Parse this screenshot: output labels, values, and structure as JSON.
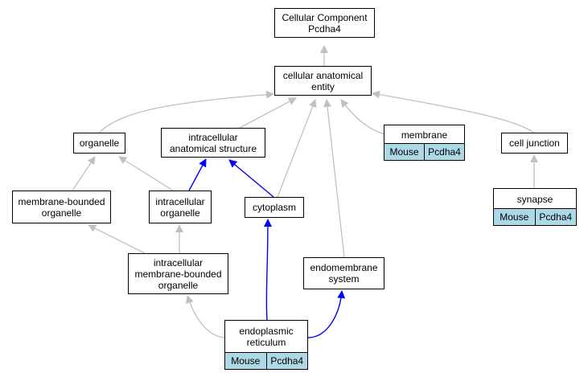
{
  "colors": {
    "is_a_edge": "#c0c0c0",
    "part_of_edge": "#0000ff",
    "annotation_fill": "#add8e6",
    "node_border": "#000000"
  },
  "nodes": {
    "root": {
      "line1": "Cellular Component",
      "line2": "Pcdha4"
    },
    "cellular_anatomical_entity": {
      "line1": "cellular anatomical",
      "line2": "entity"
    },
    "organelle": {
      "line1": "organelle"
    },
    "intracellular_anatomical_structure": {
      "line1": "intracellular",
      "line2": "anatomical structure"
    },
    "membrane": {
      "line1": "membrane",
      "organism": "Mouse",
      "gene": "Pcdha4"
    },
    "cell_junction": {
      "line1": "cell junction"
    },
    "membrane_bounded_organelle": {
      "line1": "membrane-bounded",
      "line2": "organelle"
    },
    "intracellular_organelle": {
      "line1": "intracellular",
      "line2": "organelle"
    },
    "cytoplasm": {
      "line1": "cytoplasm"
    },
    "synapse": {
      "line1": "synapse",
      "organism": "Mouse",
      "gene": "Pcdha4"
    },
    "intracellular_membrane_bounded_organelle": {
      "line1": "intracellular",
      "line2": "membrane-bounded",
      "line3": "organelle"
    },
    "endomembrane_system": {
      "line1": "endomembrane",
      "line2": "system"
    },
    "endoplasmic_reticulum": {
      "line1": "endoplasmic",
      "line2": "reticulum",
      "organism": "Mouse",
      "gene": "Pcdha4"
    }
  },
  "edges": [
    {
      "from": "cellular_anatomical_entity",
      "to": "root",
      "relation": "is_a"
    },
    {
      "from": "organelle",
      "to": "cellular_anatomical_entity",
      "relation": "is_a"
    },
    {
      "from": "intracellular_anatomical_structure",
      "to": "cellular_anatomical_entity",
      "relation": "is_a"
    },
    {
      "from": "membrane",
      "to": "cellular_anatomical_entity",
      "relation": "is_a"
    },
    {
      "from": "cell_junction",
      "to": "cellular_anatomical_entity",
      "relation": "is_a"
    },
    {
      "from": "cytoplasm",
      "to": "cellular_anatomical_entity",
      "relation": "is_a"
    },
    {
      "from": "endomembrane_system",
      "to": "cellular_anatomical_entity",
      "relation": "is_a"
    },
    {
      "from": "membrane_bounded_organelle",
      "to": "organelle",
      "relation": "is_a"
    },
    {
      "from": "intracellular_organelle",
      "to": "organelle",
      "relation": "is_a"
    },
    {
      "from": "intracellular_organelle",
      "to": "intracellular_anatomical_structure",
      "relation": "part_of"
    },
    {
      "from": "cytoplasm",
      "to": "intracellular_anatomical_structure",
      "relation": "part_of"
    },
    {
      "from": "synapse",
      "to": "cell_junction",
      "relation": "is_a"
    },
    {
      "from": "intracellular_membrane_bounded_organelle",
      "to": "membrane_bounded_organelle",
      "relation": "is_a"
    },
    {
      "from": "intracellular_membrane_bounded_organelle",
      "to": "intracellular_organelle",
      "relation": "is_a"
    },
    {
      "from": "endoplasmic_reticulum",
      "to": "intracellular_membrane_bounded_organelle",
      "relation": "is_a"
    },
    {
      "from": "endoplasmic_reticulum",
      "to": "cytoplasm",
      "relation": "part_of"
    },
    {
      "from": "endoplasmic_reticulum",
      "to": "endomembrane_system",
      "relation": "part_of"
    }
  ]
}
